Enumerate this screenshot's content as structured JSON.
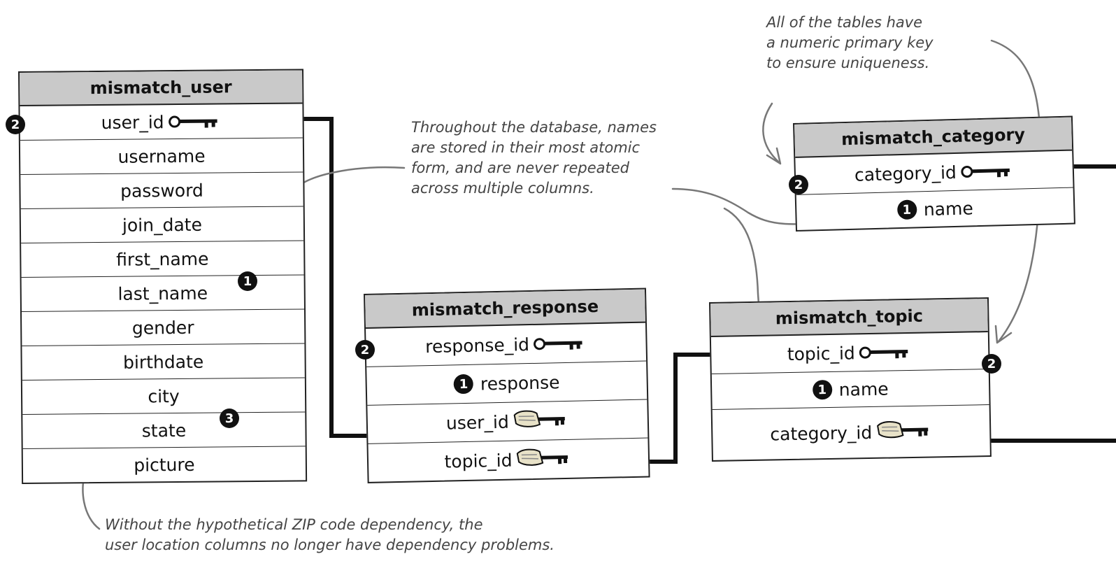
{
  "tables": {
    "user": {
      "title": "mismatch_user",
      "rows": [
        "user_id",
        "username",
        "password",
        "join_date",
        "first_name",
        "last_name",
        "gender",
        "birthdate",
        "city",
        "state",
        "picture"
      ]
    },
    "response": {
      "title": "mismatch_response",
      "rows": [
        "response_id",
        "response",
        "user_id",
        "topic_id"
      ]
    },
    "topic": {
      "title": "mismatch_topic",
      "rows": [
        "topic_id",
        "name",
        "category_id"
      ]
    },
    "category": {
      "title": "mismatch_category",
      "rows": [
        "category_id",
        "name"
      ]
    }
  },
  "badges": {
    "one": "1",
    "two": "2",
    "three": "3"
  },
  "notes": {
    "primary_key": [
      "All of the tables have",
      "a numeric primary key",
      "to ensure uniqueness."
    ],
    "atomic": [
      "Throughout the database, names",
      "are stored in their most atomic",
      "form, and are never repeated",
      "across multiple columns."
    ],
    "location": [
      "Without the hypothetical ZIP code dependency, the",
      "user location columns no longer have dependency problems."
    ]
  },
  "colors": {
    "header": "#c9c9c9",
    "line": "#111111",
    "arrow": "#777777",
    "badge": "#111111"
  }
}
